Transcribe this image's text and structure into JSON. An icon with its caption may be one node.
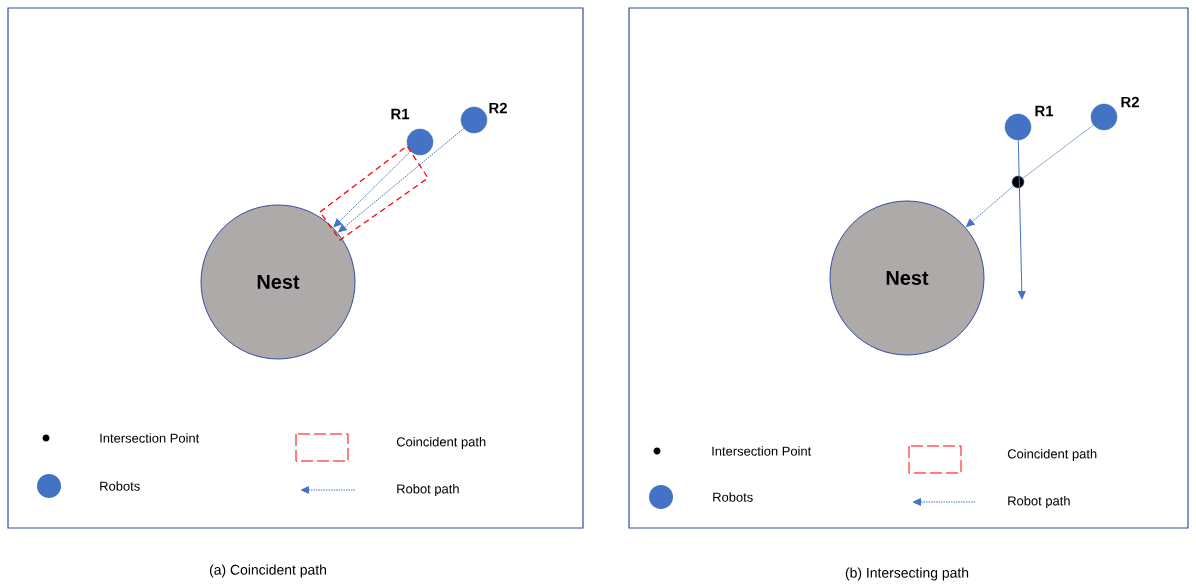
{
  "diagram": {
    "nodes": [
      {
        "text": [
          "Nest"
        ]
      },
      {
        "text": [],
        "shape": "circle",
        "beside": [
          "R1"
        ]
      },
      {
        "text": [],
        "shape": "circle",
        "beside": [
          "R2"
        ]
      },
      {
        "text": [
          "Nest"
        ]
      },
      {
        "text": [],
        "shape": "circle",
        "beside": [
          "R1"
        ]
      },
      {
        "text": [],
        "shape": "circle",
        "beside": [
          "R2"
        ]
      },
      {
        "text": [],
        "shape": "circle"
      }
    ],
    "edges": [
      {
        "from": 1,
        "to": 0,
        "arrow": "to",
        "style": "dashed"
      },
      {
        "from": 2,
        "to": 0,
        "arrow": "to",
        "style": "dashed"
      },
      {
        "from": 4,
        "to": null,
        "arrow": "to"
      },
      {
        "from": 5,
        "to": 6,
        "arrow": "none",
        "style": "dashed"
      },
      {
        "from": 6,
        "to": 3,
        "arrow": "to",
        "style": "dashed"
      }
    ],
    "labels": [
      "(a) Coincident path",
      "(b) Intersecting path"
    ],
    "legend": [
      {
        "text": "Intersection Point"
      },
      {
        "text": "Coincident path"
      },
      {
        "text": "Robots"
      },
      {
        "text": "Robot path"
      },
      {
        "text": "Intersection Point"
      },
      {
        "text": "Coincident path"
      },
      {
        "text": "Robots"
      },
      {
        "text": "Robot path"
      }
    ]
  }
}
